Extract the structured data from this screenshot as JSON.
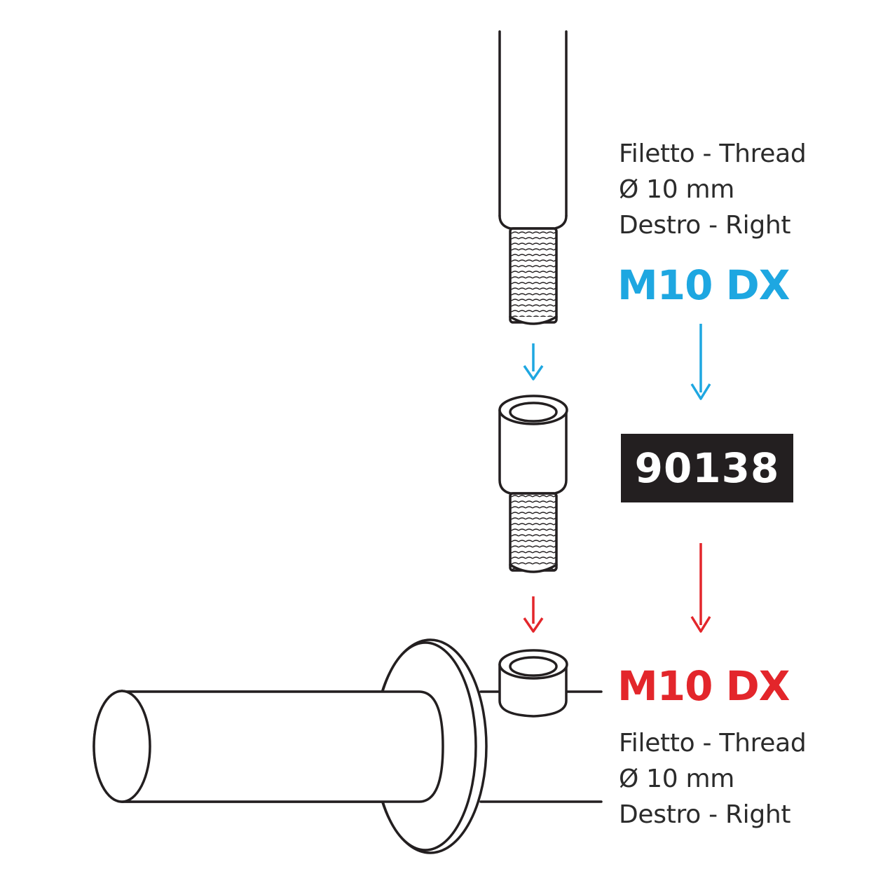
{
  "top_spec": {
    "line1": "Filetto - Thread",
    "line2": "Ø 10 mm",
    "line3": "Destro - Right"
  },
  "top_code": {
    "label": "M10 DX",
    "color": "#1ea7e1"
  },
  "part": {
    "number": "90138",
    "box_color": "#231f20"
  },
  "bottom_code": {
    "label": "M10 DX",
    "color": "#e3262b"
  },
  "bottom_spec": {
    "line1": "Filetto - Thread",
    "line2": "Ø 10 mm",
    "line3": "Destro - Right"
  },
  "colors": {
    "line": "#231f20",
    "arrow_blue": "#1ea7e1",
    "arrow_red": "#e3262b"
  }
}
